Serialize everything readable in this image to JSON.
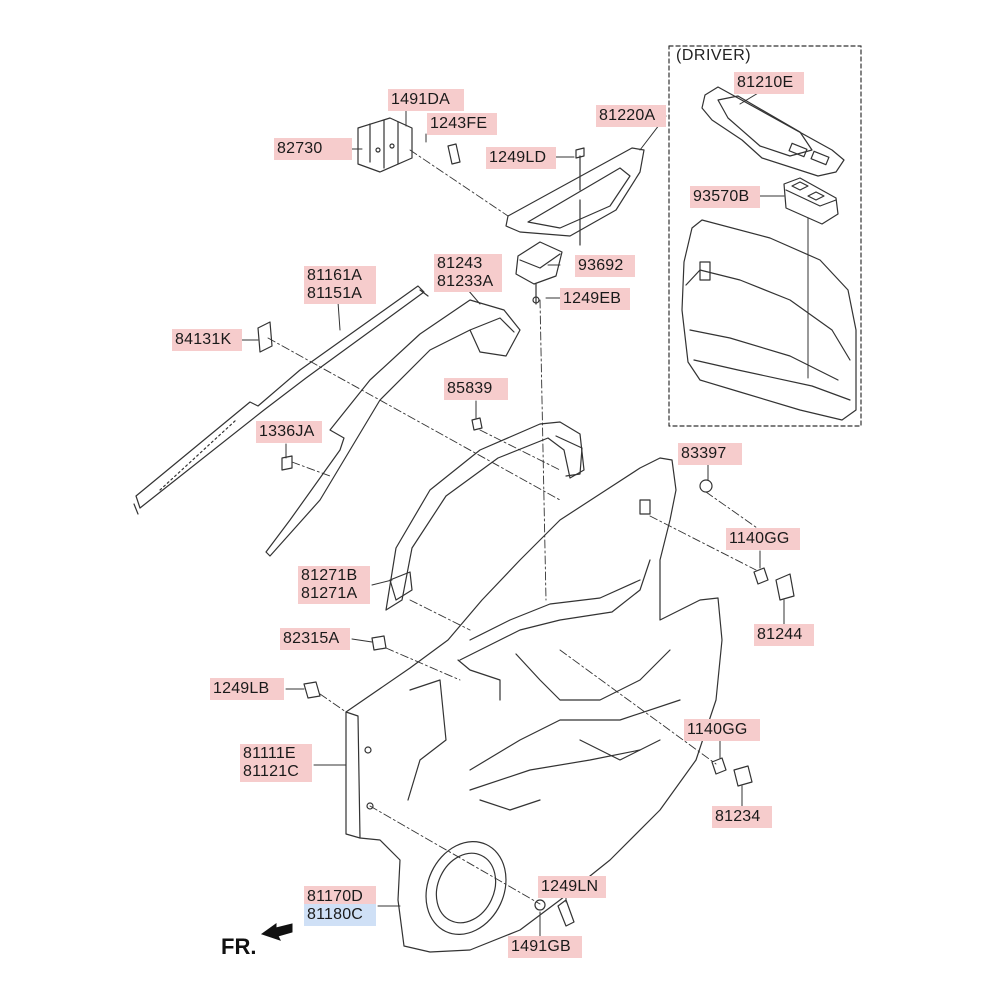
{
  "colors": {
    "label_bg": "#f6cccc",
    "selected_label_bg": "#cfe0f6",
    "line": "#333333"
  },
  "driver_box": {
    "title": "(DRIVER)"
  },
  "direction_marker": {
    "text": "FR."
  },
  "labels": {
    "p1491DA": "1491DA",
    "p1243FE": "1243FE",
    "p82730": "82730",
    "p1249LD": "1249LD",
    "p81220A": "81220A",
    "p81210E": "81210E",
    "p93570B": "93570B",
    "p81161A_81151A": "81161A\n81151A",
    "p81243_81233A": "81243\n81233A",
    "p93692": "93692",
    "p1249EB": "1249EB",
    "p84131K": "84131K",
    "p85839": "85839",
    "p1336JA": "1336JA",
    "p83397": "83397",
    "p1140GG_top": "1140GG",
    "p81271B_81271A": "81271B\n81271A",
    "p81244": "81244",
    "p82315A": "82315A",
    "p1249LB": "1249LB",
    "p1140GG_bottom": "1140GG",
    "p81111E_81121C": "81111E\n81121C",
    "p81234": "81234",
    "p1249LN": "1249LN",
    "p81170D": "81170D",
    "p81180C": "81180C",
    "p1491GB": "1491GB"
  }
}
